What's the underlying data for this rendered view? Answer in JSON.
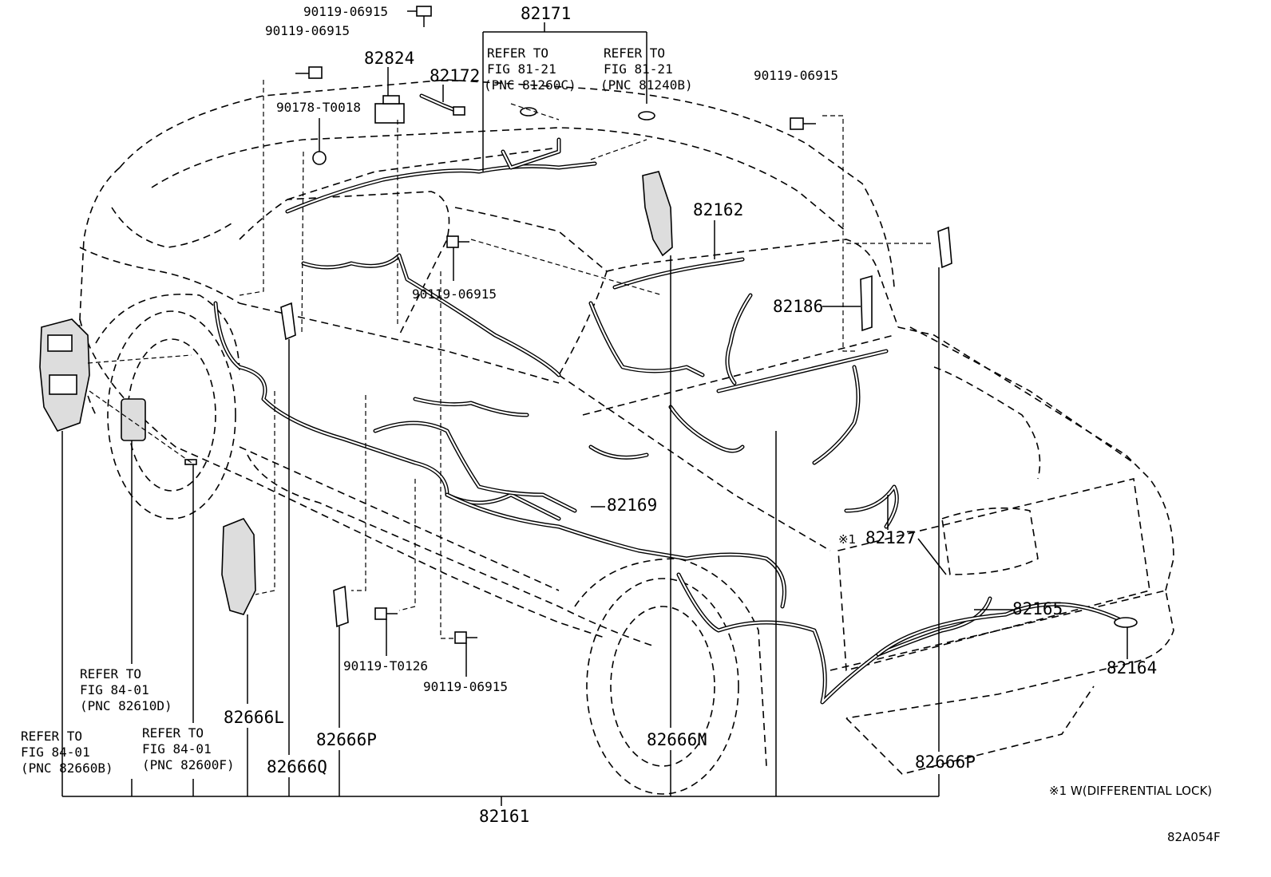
{
  "diagram": {
    "code": "82A054F",
    "footnote": "※1 W(DIFFERENTIAL LOCK)",
    "labels": {
      "p82171": "82171",
      "p82824": "82824",
      "p82172": "82172",
      "bolt_top": "90119-06915",
      "bolt_left": "90119-06915",
      "clip_90178": "90178-T0018",
      "bolt_right": "90119-06915",
      "bolt_mid": "90119-06915",
      "p82162": "82162",
      "p82186": "82186",
      "p82169": "82169",
      "p82127": "82127",
      "note_mark": "※1",
      "p82165": "82165",
      "p82164": "82164",
      "bolt_t0126": "90119-T0126",
      "bolt_bottom": "90119-06915",
      "p82666L": "82666L",
      "p82666P_a": "82666P",
      "p82666Q": "82666Q",
      "p82666N": "82666N",
      "p82666P_b": "82666P",
      "p82161": "82161"
    },
    "refs": {
      "r81260": [
        "REFER TO",
        "FIG 81-21",
        "(PNC 81260C)"
      ],
      "r81240": [
        "REFER TO",
        "FIG 81-21",
        "(PNC 81240B)"
      ],
      "r82610": [
        "REFER TO",
        "FIG 84-01",
        "(PNC 82610D)"
      ],
      "r82660": [
        "REFER TO",
        "FIG 84-01",
        "(PNC 82660B)"
      ],
      "r82600": [
        "REFER TO",
        "FIG 84-01",
        "(PNC 82600F)"
      ]
    }
  }
}
